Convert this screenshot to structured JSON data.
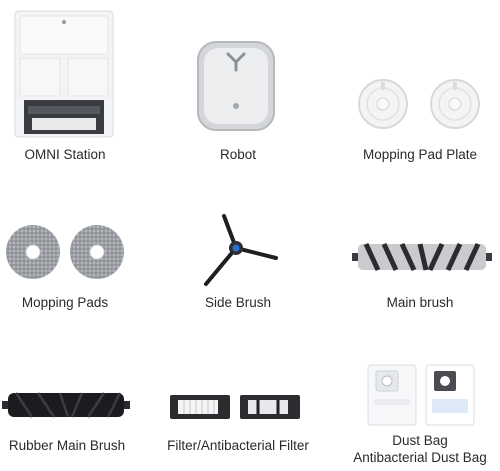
{
  "items": [
    {
      "label": "OMNI Station",
      "image": "omni-station"
    },
    {
      "label": "Robot",
      "image": "robot-vacuum"
    },
    {
      "label": "Mopping Pad Plate",
      "image": "mopping-pad-plates"
    },
    {
      "label": "Mopping Pads",
      "image": "mopping-pads"
    },
    {
      "label": "Side Brush",
      "image": "side-brush"
    },
    {
      "label": "Main brush",
      "image": "main-brush"
    },
    {
      "label": "Rubber Main Brush",
      "image": "rubber-main-brush"
    },
    {
      "label": "Filter/Antibacterial Filter",
      "image": "filters"
    },
    {
      "label": "Dust Bag",
      "label2": "Antibacterial Dust Bag",
      "image": "dust-bags"
    }
  ]
}
